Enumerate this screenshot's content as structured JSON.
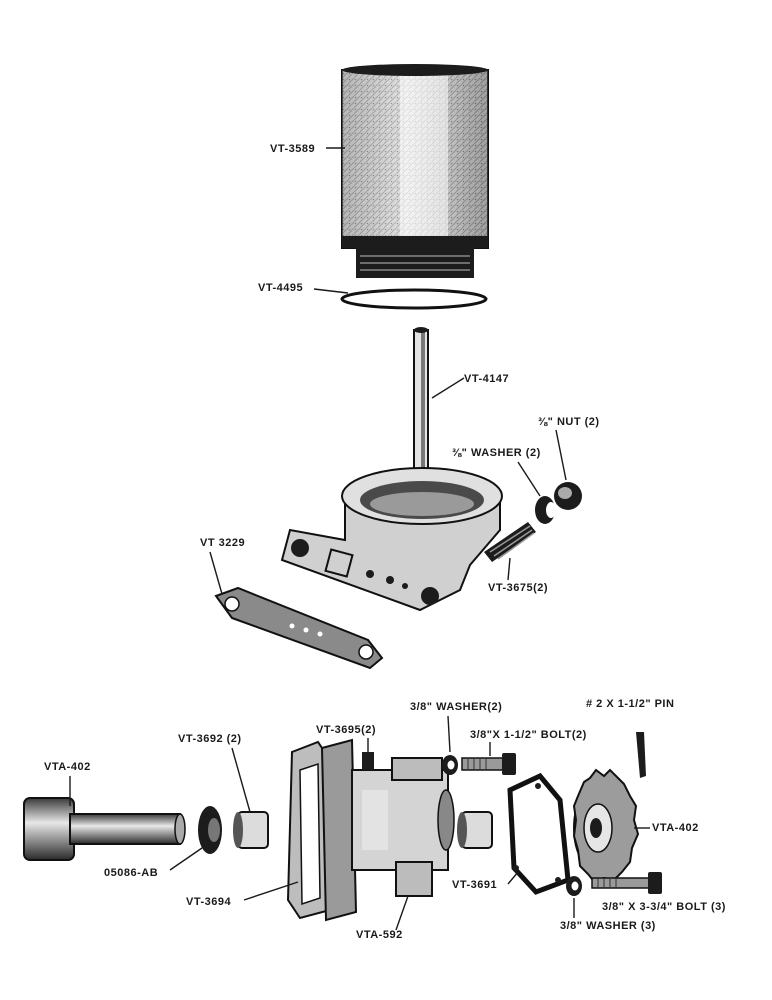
{
  "labels": {
    "filter_element": "VT-3589",
    "gasket_ring": "VT-4495",
    "rod": "VT-4147",
    "nut": "⅜\" NUT (2)",
    "washer_upper": "⅜\" WASHER (2)",
    "flange_gasket": "VT 3229",
    "stud": "VT-3675(2)",
    "washer_mid": "3/8\" WASHER(2)",
    "bolt_mid": "3/8\"X 1-1/2\" BOLT(2)",
    "pin": "# 2 X 1-1/2\" PIN",
    "plug": "VT-3695(2)",
    "shaft": "VTA-402",
    "bushing": "VT-3692 (2)",
    "gear": "VTA-402",
    "washer_small": "05086-AB",
    "cover_gasket": "VT-3691",
    "body": "VT-3694",
    "housing": "VTA-592",
    "bolt_long": "3/8\" X 3-3/4\" BOLT (3)",
    "washer_lower": "3/8\" WASHER (3)"
  },
  "icons": [
    "filter-element-icon",
    "gasket-ring-icon",
    "rod-icon",
    "nut-icon",
    "washer-icon",
    "base-casting-icon",
    "stud-icon",
    "flange-gasket-icon",
    "pump-body-icon",
    "shaft-icon",
    "bushing-icon",
    "gear-icon",
    "bolt-icon",
    "pin-icon"
  ]
}
